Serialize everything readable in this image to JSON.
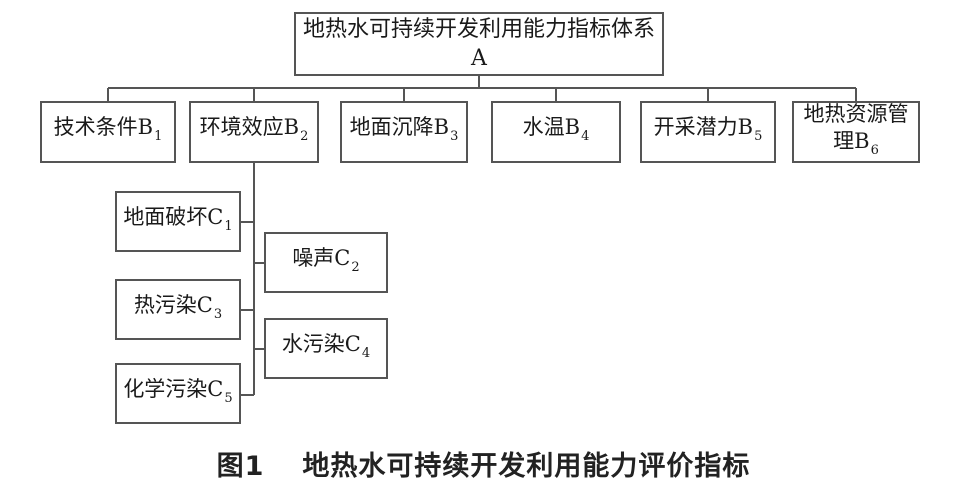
{
  "root": {
    "text": "地热水可持续开发利用能力指标体系A"
  },
  "level_b": [
    {
      "text": "技术条件B",
      "sub": "1"
    },
    {
      "text": "环境效应B",
      "sub": "2"
    },
    {
      "text": "地面沉降B",
      "sub": "3"
    },
    {
      "text": "水温B",
      "sub": "4"
    },
    {
      "text": "开采潜力B",
      "sub": "5"
    },
    {
      "text": "地热资源管理B",
      "sub": "6"
    }
  ],
  "level_c": [
    {
      "text": "地面破坏C",
      "sub": "1"
    },
    {
      "text": "噪声C",
      "sub": "2"
    },
    {
      "text": "热污染C",
      "sub": "3"
    },
    {
      "text": "水污染C",
      "sub": "4"
    },
    {
      "text": "化学污染C",
      "sub": "5"
    }
  ],
  "caption": {
    "figure_number": "图1",
    "title": "地热水可持续开发利用能力评价指标"
  },
  "colors": {
    "border": "#555555",
    "line": "#555555",
    "text": "#1a1a1a"
  }
}
